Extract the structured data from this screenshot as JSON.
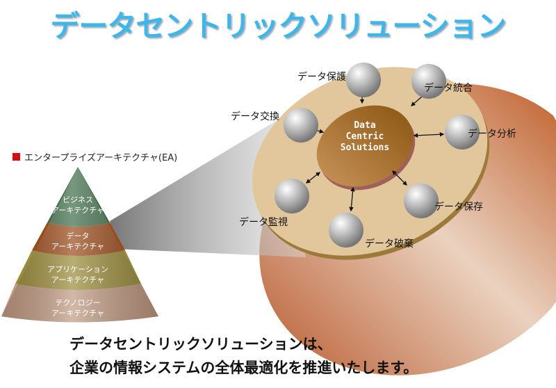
{
  "title": "データセントリックソリューション",
  "legend": {
    "label": "エンタープライズアーキテクチャ(EA)",
    "color": "#d01010"
  },
  "pyramid": [
    {
      "line1": "ビジネス",
      "line2": "アーキテクチャ",
      "color": "#3e6b48"
    },
    {
      "line1": "データ",
      "line2": "アーキテクチャ",
      "color": "#9a4a1a"
    },
    {
      "line1": "アプリケーション",
      "line2": "アーキテクチャ",
      "color": "#9a8c3a"
    },
    {
      "line1": "テクノロジー",
      "line2": "アーキテクチャ",
      "color": "#c09a82"
    }
  ],
  "center": {
    "line1": "Data",
    "line2": "Centric",
    "line3": "Solutions"
  },
  "functions": {
    "protect": "データ保護",
    "integrate": "データ統合",
    "exchange": "データ交換",
    "analyze": "データ分析",
    "monitor": "データ監視",
    "destroy": "データ破棄",
    "store": "データ保存"
  },
  "footer": {
    "line1": "データセントリックソリューションは、",
    "line2": "企業の情報システムの全体最適化を推進いたします。"
  }
}
